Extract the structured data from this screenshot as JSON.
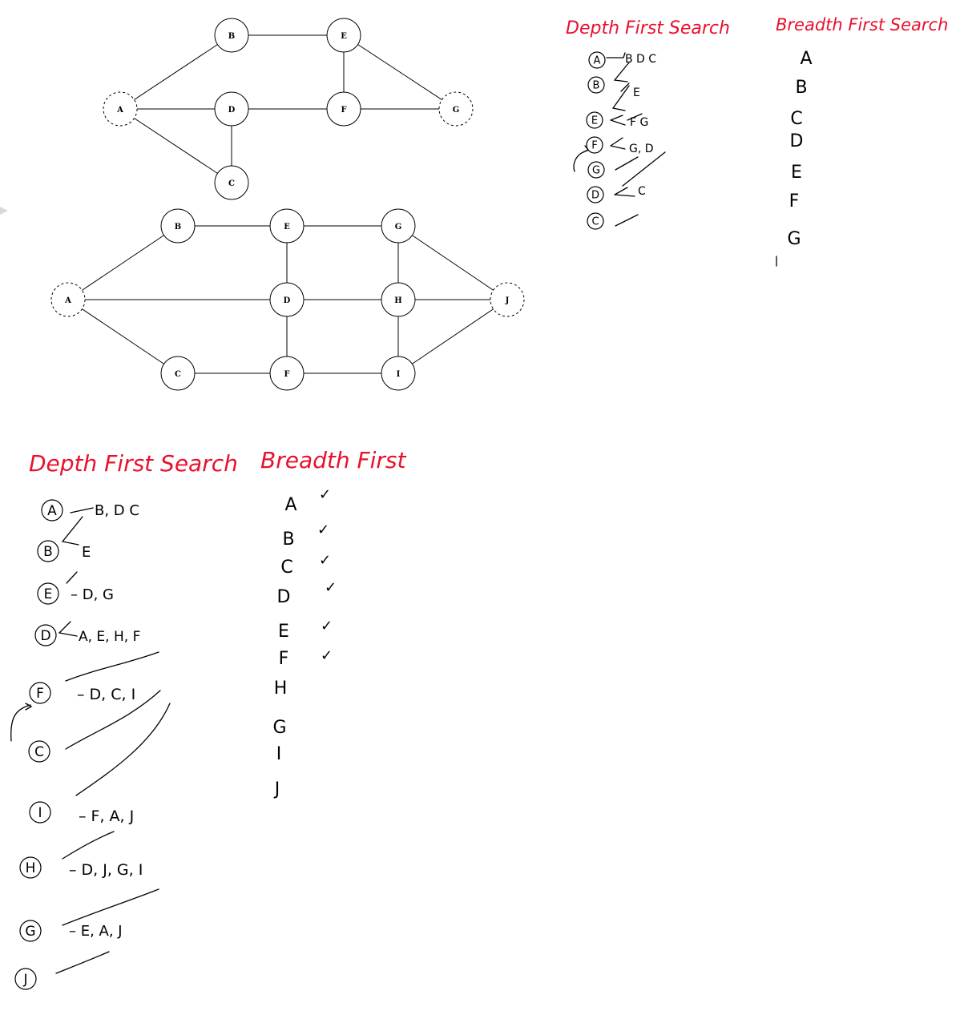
{
  "graph1": {
    "nodes": [
      {
        "id": "A",
        "label": "A",
        "dashed": true
      },
      {
        "id": "B",
        "label": "B",
        "dashed": false
      },
      {
        "id": "D",
        "label": "D",
        "dashed": false
      },
      {
        "id": "C",
        "label": "C",
        "dashed": false
      },
      {
        "id": "E",
        "label": "E",
        "dashed": false
      },
      {
        "id": "F",
        "label": "F",
        "dashed": false
      },
      {
        "id": "G",
        "label": "G",
        "dashed": true
      }
    ],
    "edges": [
      [
        "A",
        "B"
      ],
      [
        "A",
        "D"
      ],
      [
        "A",
        "C"
      ],
      [
        "B",
        "E"
      ],
      [
        "D",
        "F"
      ],
      [
        "D",
        "C"
      ],
      [
        "E",
        "F"
      ],
      [
        "E",
        "G"
      ],
      [
        "F",
        "G"
      ]
    ]
  },
  "graph2": {
    "nodes": [
      {
        "id": "A",
        "label": "A",
        "dashed": true
      },
      {
        "id": "B",
        "label": "B",
        "dashed": false
      },
      {
        "id": "C",
        "label": "C",
        "dashed": false
      },
      {
        "id": "E",
        "label": "E",
        "dashed": false
      },
      {
        "id": "D",
        "label": "D",
        "dashed": false
      },
      {
        "id": "F",
        "label": "F",
        "dashed": false
      },
      {
        "id": "G",
        "label": "G",
        "dashed": false
      },
      {
        "id": "H",
        "label": "H",
        "dashed": false
      },
      {
        "id": "I",
        "label": "I",
        "dashed": false
      },
      {
        "id": "J",
        "label": "J",
        "dashed": true
      }
    ],
    "edges": [
      [
        "A",
        "B"
      ],
      [
        "A",
        "D"
      ],
      [
        "A",
        "C"
      ],
      [
        "B",
        "E"
      ],
      [
        "C",
        "F"
      ],
      [
        "E",
        "D"
      ],
      [
        "D",
        "F"
      ],
      [
        "E",
        "G"
      ],
      [
        "D",
        "H"
      ],
      [
        "F",
        "I"
      ],
      [
        "G",
        "H"
      ],
      [
        "H",
        "I"
      ],
      [
        "G",
        "J"
      ],
      [
        "H",
        "J"
      ],
      [
        "I",
        "J"
      ]
    ]
  },
  "notes1": {
    "dfs_title": "Depth First Search",
    "bfs_title": "Breadth First Search",
    "dfs_stack": [
      "A",
      "B",
      "E",
      "F",
      "G",
      "D",
      "C"
    ],
    "dfs_annotations": [
      "B D C",
      "E",
      "F G",
      "G, D",
      "C"
    ],
    "bfs_order": [
      "A",
      "B",
      "C",
      "D",
      "E",
      "F",
      "G"
    ]
  },
  "notes2": {
    "dfs_title": "Depth First Search",
    "bfs_title": "Breadth First",
    "dfs_stack": [
      "A",
      "B",
      "E",
      "D",
      "F",
      "C",
      "I",
      "H",
      "G",
      "J"
    ],
    "dfs_annotations": [
      "B, D C",
      "E",
      "– D, G",
      "A, E, H, F",
      "– D, C, I",
      "– F, A, J",
      "– D, J, G, I",
      "– E, A, J"
    ],
    "bfs_order": [
      "A",
      "B",
      "C",
      "D",
      "E",
      "F",
      "H",
      "G",
      "I",
      "J"
    ],
    "bfs_checks": [
      "✓",
      "✓",
      "✓",
      "✓",
      "✓",
      "✓"
    ]
  },
  "colors": {
    "title_red": "#e8112d",
    "ink": "#000000"
  }
}
